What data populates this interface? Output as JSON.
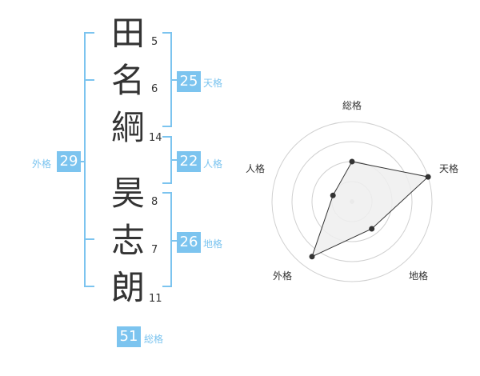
{
  "characters": [
    {
      "char": "田",
      "strokes": "5"
    },
    {
      "char": "名",
      "strokes": "6"
    },
    {
      "char": "綱",
      "strokes": "14"
    },
    {
      "char": "昊",
      "strokes": "8"
    },
    {
      "char": "志",
      "strokes": "7"
    },
    {
      "char": "朗",
      "strokes": "11"
    }
  ],
  "fortunes": {
    "tenkaku": {
      "value": "25",
      "label": "天格"
    },
    "jinkaku": {
      "value": "22",
      "label": "人格"
    },
    "chikaku": {
      "value": "26",
      "label": "地格"
    },
    "gaikaku": {
      "value": "29",
      "label": "外格"
    },
    "soukaku": {
      "value": "51",
      "label": "総格"
    }
  },
  "radar": {
    "labels": {
      "top": "総格",
      "right": "天格",
      "bottom_right": "地格",
      "bottom_left": "外格",
      "left": "人格"
    },
    "levels": {
      "soukaku": 0.5,
      "tenkaku": 1.0,
      "chikaku": 0.42,
      "gaikaku": 0.85,
      "jinkaku": 0.25
    },
    "colors": {
      "ring": "#d0d0d0",
      "fill": "#efefef",
      "line": "#333333",
      "point": "#333333",
      "center": "#cfcfcf"
    }
  },
  "colors": {
    "accent": "#7cc4ef"
  }
}
